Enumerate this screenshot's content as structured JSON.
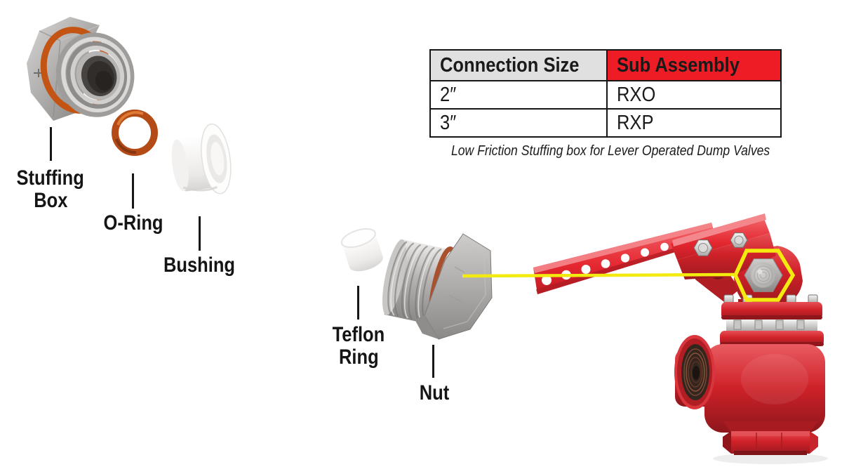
{
  "diagram": {
    "title_hint": "Low friction stuffing box exploded parts diagram",
    "part_labels": {
      "stuffing_box_line1": "Stuffing",
      "stuffing_box_line2": "Box",
      "o_ring": "O-Ring",
      "bushing": "Bushing",
      "teflon_ring_line1": "Teflon",
      "teflon_ring_line2": "Ring",
      "nut": "Nut"
    },
    "table": {
      "headers": {
        "connection_size": "Connection Size",
        "sub_assembly": "Sub Assembly"
      },
      "rows": [
        {
          "connection_size": "2″",
          "sub_assembly": "RXO"
        },
        {
          "connection_size": "3″",
          "sub_assembly": "RXP"
        }
      ],
      "caption": "Low Friction Stuffing box for Lever Operated Dump Valves"
    },
    "colors": {
      "table_header_red": "#ee1c25",
      "table_header_gray": "#e0e0e0",
      "highlight_yellow": "#f3ea0f",
      "o_ring_orange": "#c05318",
      "valve_red": "#d02129",
      "text": "#1a1a1a",
      "background": "#ffffff"
    }
  }
}
